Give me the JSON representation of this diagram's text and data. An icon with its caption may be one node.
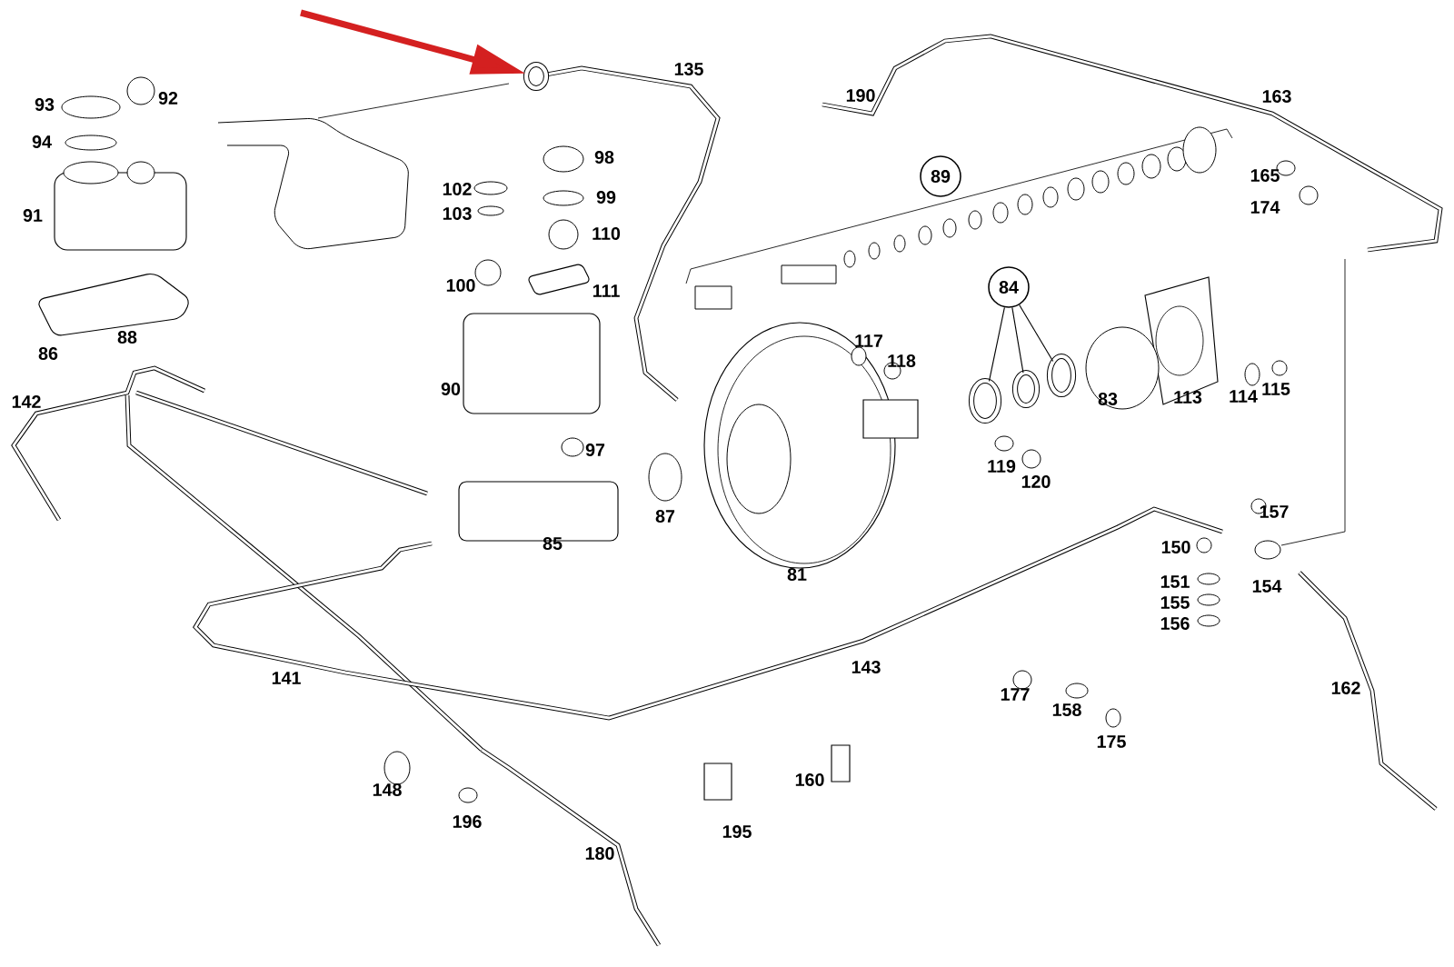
{
  "diagram": {
    "nodes": [
      {
        "text": [
          "89"
        ]
      },
      {
        "text": [
          "84"
        ]
      },
      {
        "text": [],
        "shape": "circle"
      },
      {
        "text": [],
        "shape": "circle"
      },
      {
        "text": [],
        "shape": "circle"
      },
      {
        "text": [],
        "shape": "circle"
      }
    ],
    "edges": [
      {
        "from": 1,
        "to": 2,
        "arrow": "none"
      },
      {
        "from": 1,
        "to": 3,
        "arrow": "none"
      },
      {
        "from": 1,
        "to": 4,
        "arrow": "none"
      },
      {
        "from": null,
        "to": 5,
        "arrow": "to",
        "style": "thick",
        "color": "#d42020"
      }
    ],
    "labels": [
      "135",
      "190",
      "163",
      "93",
      "92",
      "94",
      "98",
      "102",
      "99",
      "165",
      "91",
      "103",
      "110",
      "174",
      "100",
      "111",
      "86",
      "88",
      "117",
      "118",
      "142",
      "90",
      "83",
      "113",
      "114",
      "115",
      "97",
      "119",
      "120",
      "87",
      "85",
      "157",
      "150",
      "81",
      "151",
      "154",
      "155",
      "156",
      "141",
      "143",
      "177",
      "158",
      "162",
      "175",
      "148",
      "160",
      "196",
      "195",
      "180"
    ]
  }
}
